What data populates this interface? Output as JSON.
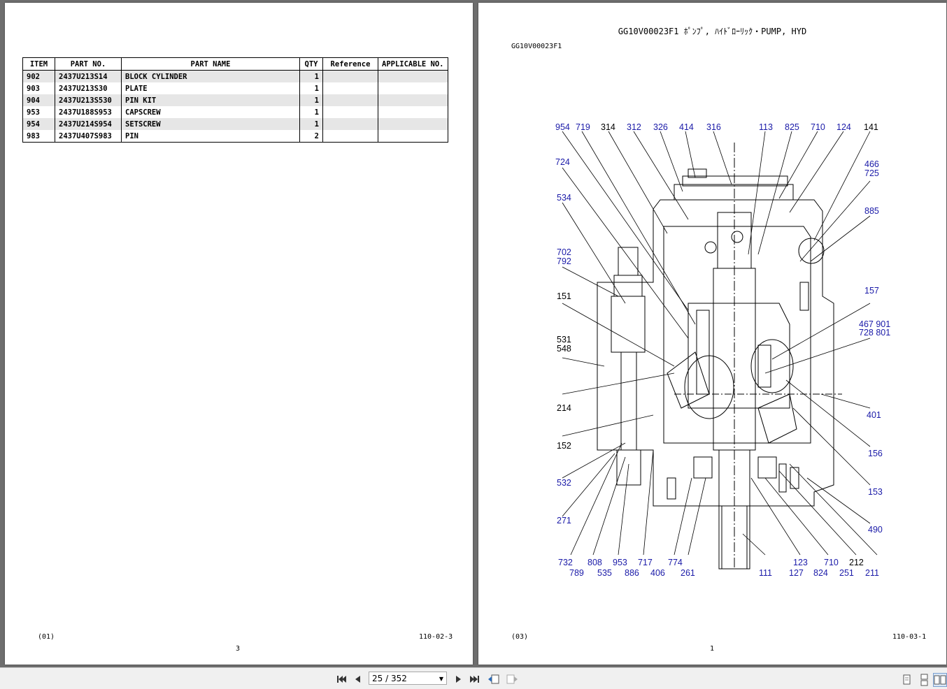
{
  "left_page": {
    "table": {
      "headers": [
        "ITEM",
        "PART NO.",
        "PART NAME",
        "QTY",
        "Reference",
        "APPLICABLE NO."
      ],
      "rows": [
        [
          "902",
          "2437U213S14",
          "BLOCK CYLINDER",
          "1",
          "",
          ""
        ],
        [
          "903",
          "2437U213S30",
          "PLATE",
          "1",
          "",
          ""
        ],
        [
          "904",
          "2437U213S530",
          "PIN KIT",
          "1",
          "",
          ""
        ],
        [
          "953",
          "2437U188S953",
          "CAPSCREW",
          "1",
          "",
          ""
        ],
        [
          "954",
          "2437U214S954",
          "SETSCREW",
          "1",
          "",
          ""
        ],
        [
          "983",
          "2437U407S983",
          "PIN",
          "2",
          "",
          ""
        ]
      ]
    },
    "footer_left": "(01)",
    "footer_right": "110-02-3",
    "page_number": "3"
  },
  "right_page": {
    "title": "GG10V00023F1 ﾎﾟﾝﾌﾟ, ﾊｲﾄﾞﾛｰﾘｯｸ・PUMP, HYD",
    "subtitle": "GG10V00023F1",
    "diagram_labels": {
      "top": [
        "954",
        "719",
        "314",
        "312",
        "326",
        "414",
        "316",
        "113",
        "825",
        "710",
        "124",
        "141"
      ],
      "left": [
        "724",
        "534",
        "702",
        "792",
        "151",
        "531",
        "548",
        "214",
        "152",
        "532",
        "271"
      ],
      "right": [
        "466",
        "725",
        "885",
        "157",
        "467 901",
        "728 801",
        "401",
        "156",
        "153",
        "490"
      ],
      "bottom_upper": [
        "732",
        "808",
        "953",
        "717",
        "774",
        "123",
        "710",
        "212"
      ],
      "bottom_lower": [
        "789",
        "535",
        "886",
        "406",
        "261",
        "111",
        "127",
        "824",
        "251",
        "211"
      ]
    },
    "footer_left": "(03)",
    "footer_right": "110-03-1",
    "page_number": "1"
  },
  "toolbar": {
    "page_indicator": "25 / 352",
    "icons": [
      "first-page-icon",
      "prev-page-icon",
      "next-page-icon",
      "last-page-icon",
      "go-back-icon",
      "go-forward-icon",
      "single-page-view-icon",
      "continuous-view-icon",
      "two-page-view-icon"
    ]
  }
}
